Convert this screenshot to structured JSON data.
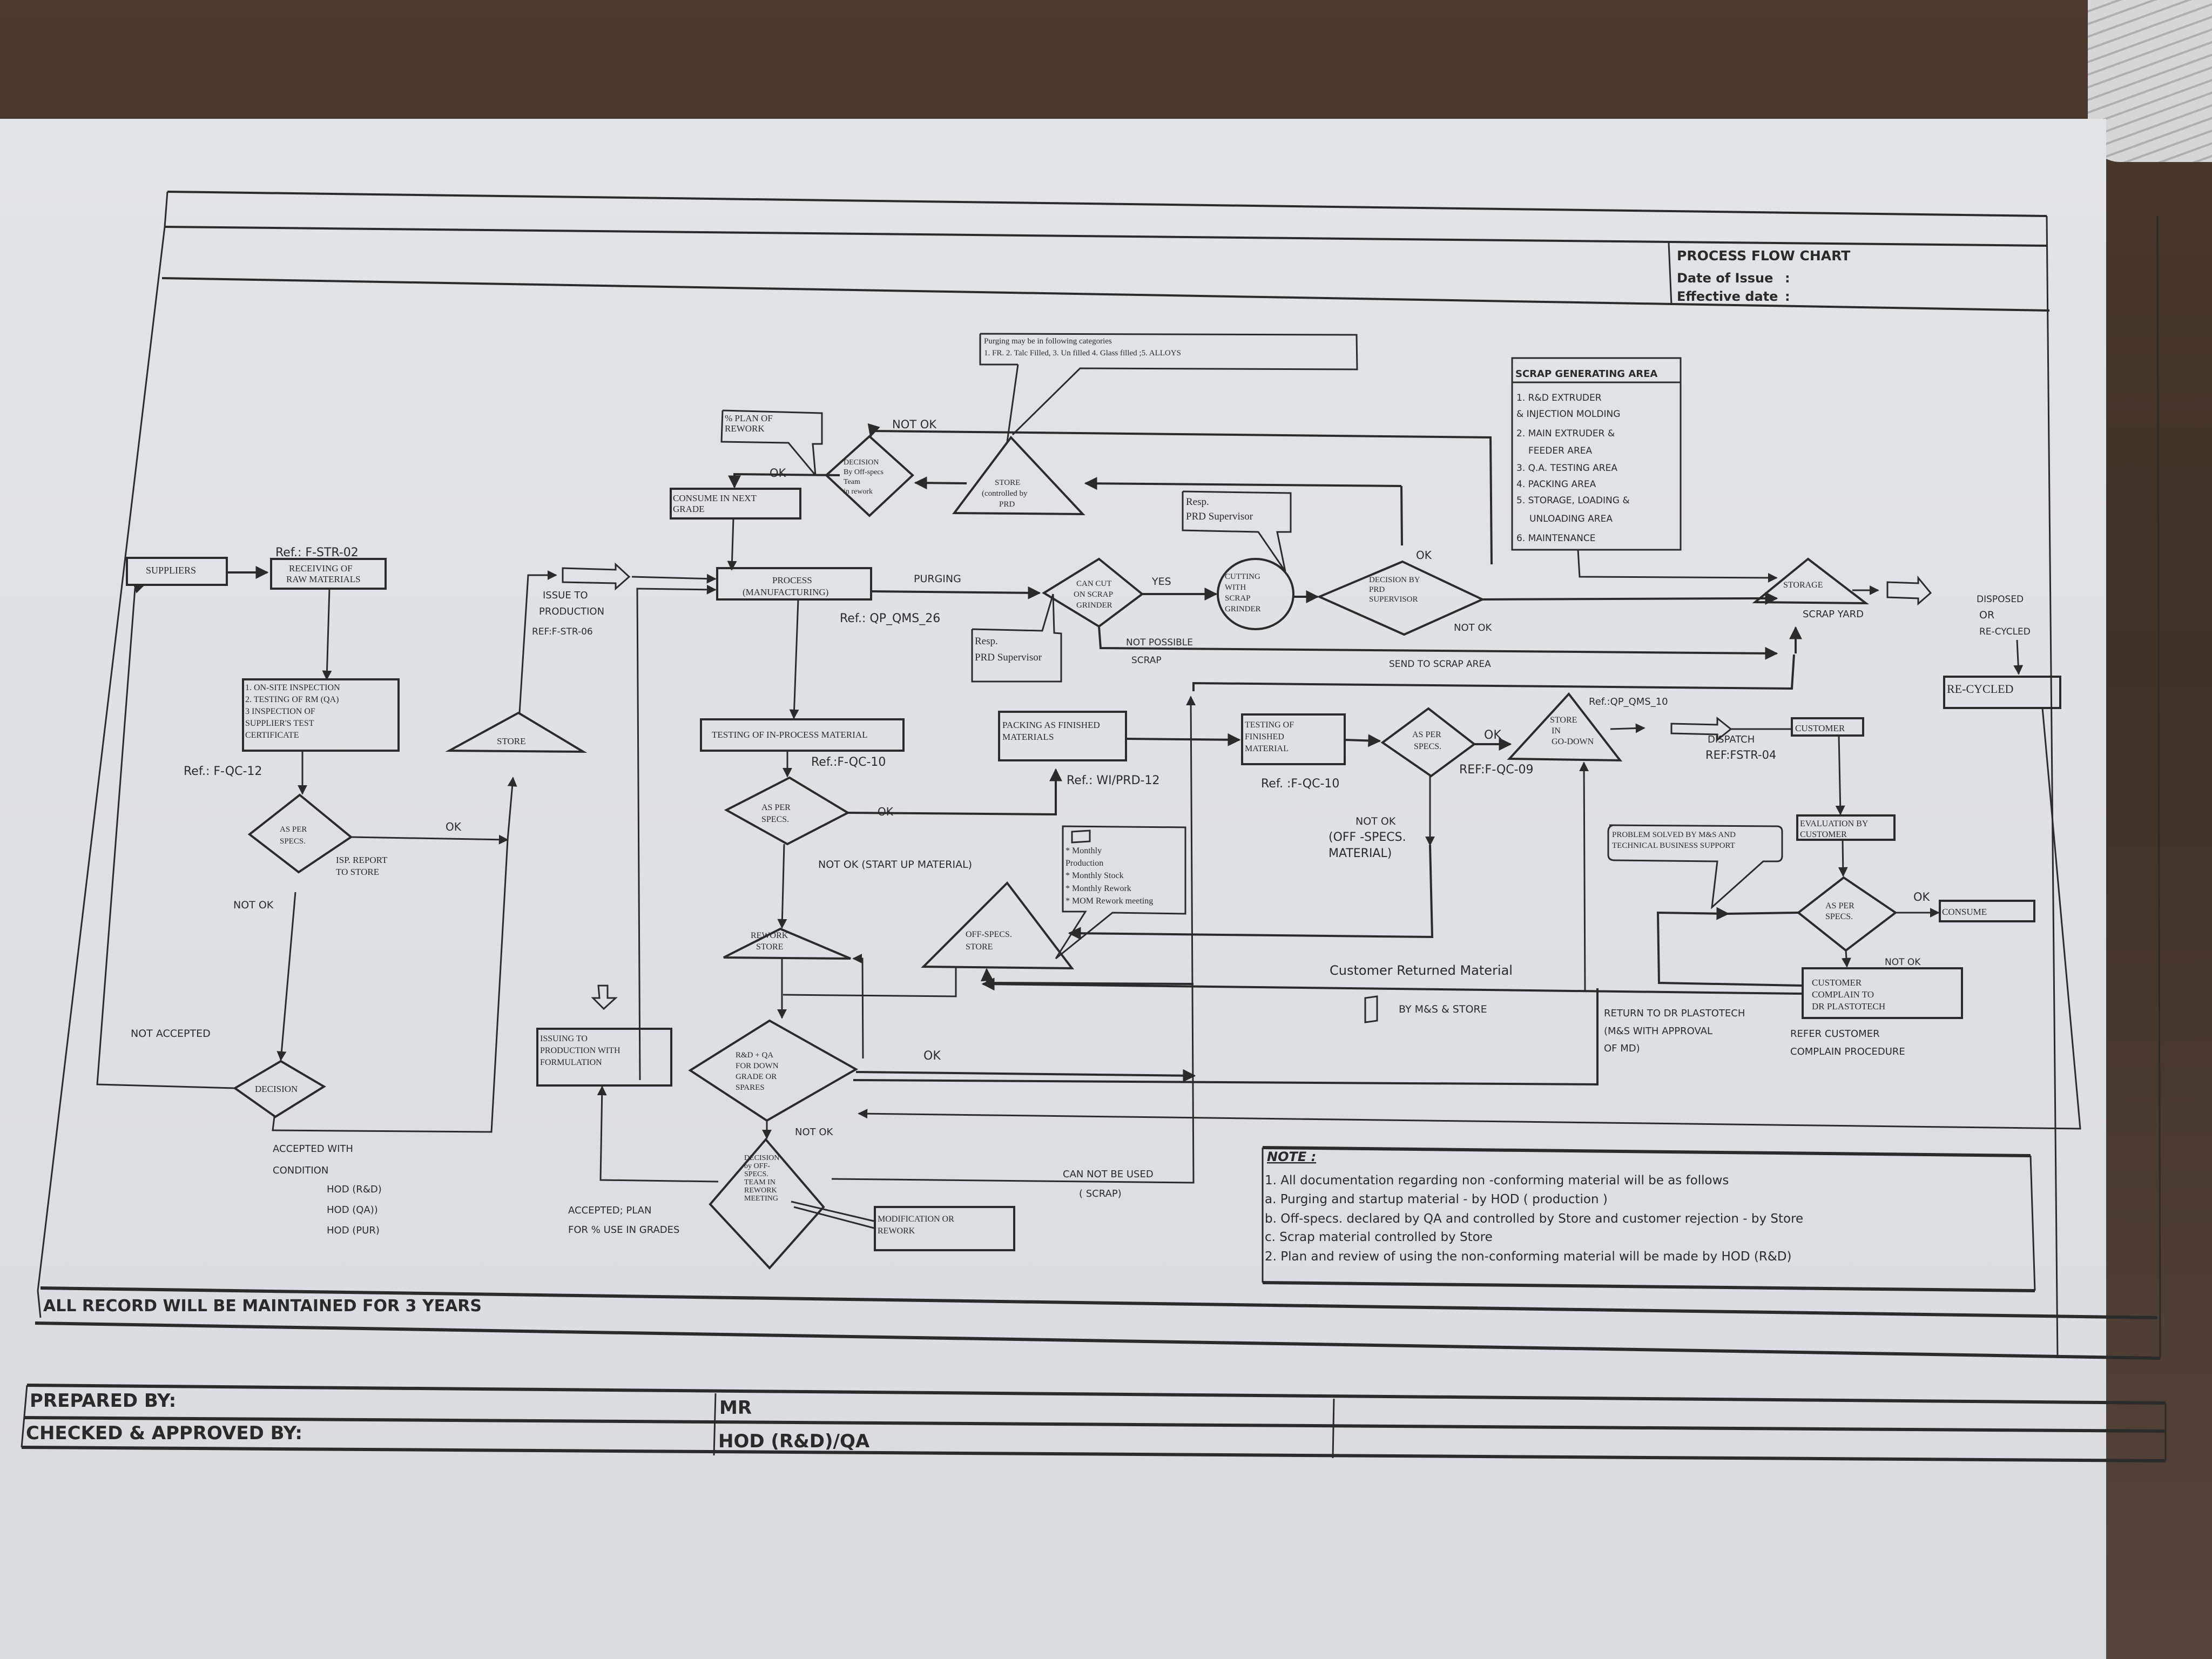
{
  "header": {
    "title": "PROCESS FLOW CHART",
    "date_of_issue_label": "Date of Issue",
    "effective_date_label": "Effective date",
    "colon": ":"
  },
  "purging_note": {
    "line1": "Purging may be in following categories",
    "line2": "1. FR. 2. Talc Filled, 3. Un filled 4. Glass filled ;5. ALLOYS"
  },
  "scrap_area": {
    "title": "SCRAP GENERATING AREA",
    "items": [
      "1. R&D EXTRUDER",
      "& INJECTION MOLDING",
      "2. MAIN EXTRUDER &",
      "FEEDER AREA",
      "3. Q.A. TESTING AREA",
      "4. PACKING AREA",
      "5. STORAGE, LOADING &",
      "UNLOADING AREA",
      "6. MAINTENANCE"
    ]
  },
  "nodes": {
    "suppliers": "SUPPLIERS",
    "receiving": [
      "RECEIVING OF",
      "RAW MATERIALS"
    ],
    "receiving_ref": "Ref.: F-STR-02",
    "inspection": [
      "1. ON-SITE INSPECTION",
      "2. TESTING OF RM (QA)",
      "3  INSPECTION OF",
      "SUPPLIER'S TEST",
      "CERTIFICATE"
    ],
    "inspection_ref": "Ref.: F-QC-12",
    "as_per_specs_1": [
      "AS PER",
      "SPECS."
    ],
    "isp_report": [
      "ISP. REPORT",
      "TO STORE"
    ],
    "decision_1": "DECISION",
    "store_1": "STORE",
    "issue_to_production": [
      "ISSUE TO",
      "PRODUCTION",
      "REF:F-STR-06"
    ],
    "plan_rework": [
      "% PLAN OF",
      "REWORK"
    ],
    "decision_offspec": [
      "DECISION",
      "By Off-specs",
      "Team",
      "in rework"
    ],
    "store_prd": [
      "STORE",
      "(controlled by",
      "PRD"
    ],
    "consume_next_grade": [
      "CONSUME IN NEXT",
      "GRADE"
    ],
    "process": [
      "PROCESS",
      "(MANUFACTURING)"
    ],
    "process_ref": "Ref.: QP_QMS_26",
    "can_cut": [
      "CAN CUT",
      "ON SCRAP",
      "GRINDER"
    ],
    "resp_prd_1": [
      "Resp.",
      "PRD Supervisor"
    ],
    "resp_prd_2": [
      "Resp.",
      "PRD Supervisor"
    ],
    "cutting": [
      "CUTTING",
      "WITH",
      "SCRAP",
      "GRINDER"
    ],
    "decision_prd": [
      "DECISION BY",
      "PRD",
      "SUPERVISOR"
    ],
    "storage": "STORAGE",
    "scrap_yard": "SCRAP YARD",
    "disposed": [
      "DISPOSED",
      "OR",
      "RE-CYCLED"
    ],
    "recycled": "RE-CYCLED",
    "testing_inprocess": "TESTING OF IN-PROCESS MATERIAL",
    "testing_inprocess_ref": "Ref.:F-QC-10",
    "as_per_specs_2": [
      "AS PER",
      "SPECS."
    ],
    "packing": [
      "PACKING AS FINISHED",
      "MATERIALS"
    ],
    "packing_ref": "Ref.: WI/PRD-12",
    "testing_finished": [
      "TESTING OF",
      "FINISHED",
      "MATERIAL"
    ],
    "testing_finished_ref": "Ref. :F-QC-10",
    "as_per_specs_3": [
      "AS PER",
      "SPECS."
    ],
    "as_per_specs_3_ref": "REF:F-QC-09",
    "store_godown": [
      "STORE",
      "IN",
      "GO-DOWN"
    ],
    "store_godown_ref": "Ref.:QP_QMS_10",
    "dispatch": [
      "DISPATCH",
      "REF:FSTR-04"
    ],
    "customer": "CUSTOMER",
    "evaluation": [
      "EVALUATION BY",
      "CUSTOMER"
    ],
    "problem_solved": [
      "PROBLEM SOLVED BY M&S AND",
      "TECHNICAL BUSINESS SUPPORT"
    ],
    "as_per_specs_4": [
      "AS PER",
      "SPECS."
    ],
    "consume": "CONSUME",
    "customer_complain": [
      "CUSTOMER",
      "COMPLAIN TO",
      "DR PLASTOTECH"
    ],
    "refer_procedure": [
      "REFER CUSTOMER",
      "COMPLAIN PROCEDURE"
    ],
    "return_plastotech": [
      "RETURN TO DR PLASTOTECH",
      "(M&S WITH APPROVAL",
      "OF MD)"
    ],
    "customer_returned": "Customer Returned Material",
    "by_ms_store": "BY M&S & STORE",
    "monthly_report": [
      "* Monthly",
      "Production",
      "* Monthly Stock",
      "* Monthly Rework",
      "* MOM Rework meeting"
    ],
    "rework_store": [
      "REWORK",
      "STORE"
    ],
    "offspecs_store": [
      "OFF-SPECS.",
      "STORE"
    ],
    "offspecs_material": [
      "NOT OK",
      "(OFF -SPECS.",
      "MATERIAL)"
    ],
    "rd_qa": [
      "R&D + QA",
      "FOR DOWN",
      "GRADE OR",
      "SPARES"
    ],
    "issuing_formulation": [
      "ISSUING TO",
      "PRODUCTION WITH",
      "FORMULATION"
    ],
    "decision_rework_meeting": [
      "DECISION",
      "by OFF-",
      "SPECS.",
      "TEAM IN",
      "REWORK",
      "MEETING"
    ],
    "modification": [
      "MODIFICATION OR",
      "REWORK"
    ],
    "accepted_plan": [
      "ACCEPTED; PLAN",
      "FOR % USE IN  GRADES"
    ],
    "accepted_condition": [
      "ACCEPTED WITH",
      "CONDITION",
      "HOD (R&D)",
      "HOD (QA))",
      "HOD (PUR)"
    ],
    "can_not_be_used": [
      "CAN NOT BE USED",
      "( SCRAP)"
    ]
  },
  "edge_labels": {
    "ok": "OK",
    "not_ok": "NOT OK",
    "yes": "YES",
    "purging": "PURGING",
    "not_possible": "NOT POSSIBLE",
    "scrap": "SCRAP",
    "send_scrap": "SEND TO SCRAP AREA",
    "not_ok_startup": "NOT OK (START UP MATERIAL)",
    "not_accepted": "NOT ACCEPTED"
  },
  "note": {
    "title": "NOTE :",
    "lines": [
      "1. All documentation regarding non -conforming material will be as follows",
      "a. Purging and startup material - by  HOD ( production )",
      "b. Off-specs. declared by QA and controlled by Store and customer rejection  - by Store",
      "c. Scrap material  controlled by Store",
      "2. Plan  and review of using the non-conforming material will be made by HOD (R&D)"
    ]
  },
  "footer": {
    "records": "ALL RECORD WILL BE MAINTAINED FOR 3 YEARS",
    "prepared_label": "PREPARED BY:",
    "prepared_value": "MR",
    "checked_label": "CHECKED & APPROVED BY:",
    "checked_value": "HOD (R&D)/QA"
  }
}
